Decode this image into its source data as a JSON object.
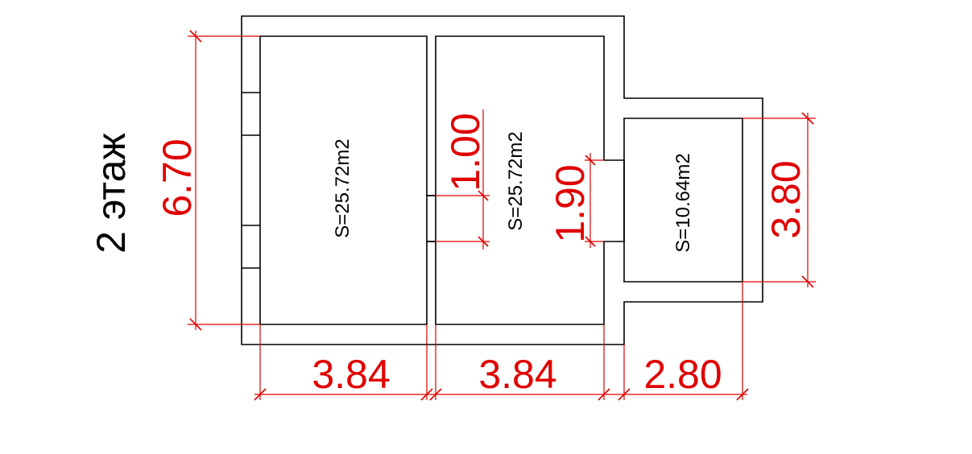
{
  "floor_label": "2 этаж",
  "rooms": [
    {
      "area": "S=25.72m2"
    },
    {
      "area": "S=25.72m2"
    },
    {
      "area": "S=10.64m2"
    }
  ],
  "dimensions": {
    "height_total": "6.70",
    "width_room1": "3.84",
    "width_room2": "3.84",
    "width_room3": "2.80",
    "height_room3": "3.80",
    "opening_1": "1.00",
    "opening_2": "1.90"
  },
  "colors": {
    "dimension": "#e00000",
    "wall": "#000000",
    "background": "#ffffff"
  }
}
